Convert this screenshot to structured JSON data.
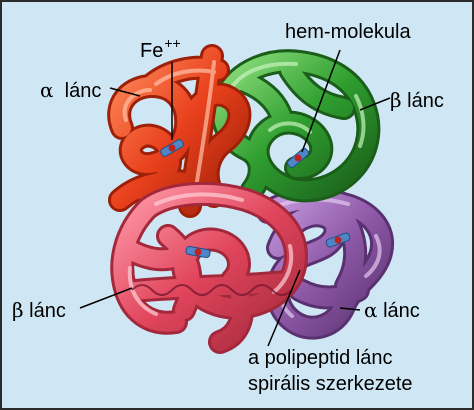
{
  "labels": {
    "fe": "Fe",
    "fe_charge": "++",
    "hem": "hem-molekula",
    "alpha_top_greek": "α",
    "alpha_top_word": "lánc",
    "beta_top_greek": "β",
    "beta_top_word": "lánc",
    "beta_bottom_greek": "β",
    "beta_bottom_word": "lánc",
    "alpha_bottom_greek": "α",
    "alpha_bottom_word": "lánc",
    "polypeptide_line1": "a polipeptid lánc",
    "polypeptide_line2": "spirális szerkezete"
  },
  "colors": {
    "background": "#cfe7f4",
    "frame": "#2b2b2b",
    "alpha_chain_top": "#e8401c",
    "beta_chain_top": "#2f9e2f",
    "beta_chain_bottom": "#e0455c",
    "alpha_chain_bottom": "#8f5aa8",
    "heme": "#4f86c7",
    "iron": "#c02020",
    "pointer_line": "#000000"
  }
}
